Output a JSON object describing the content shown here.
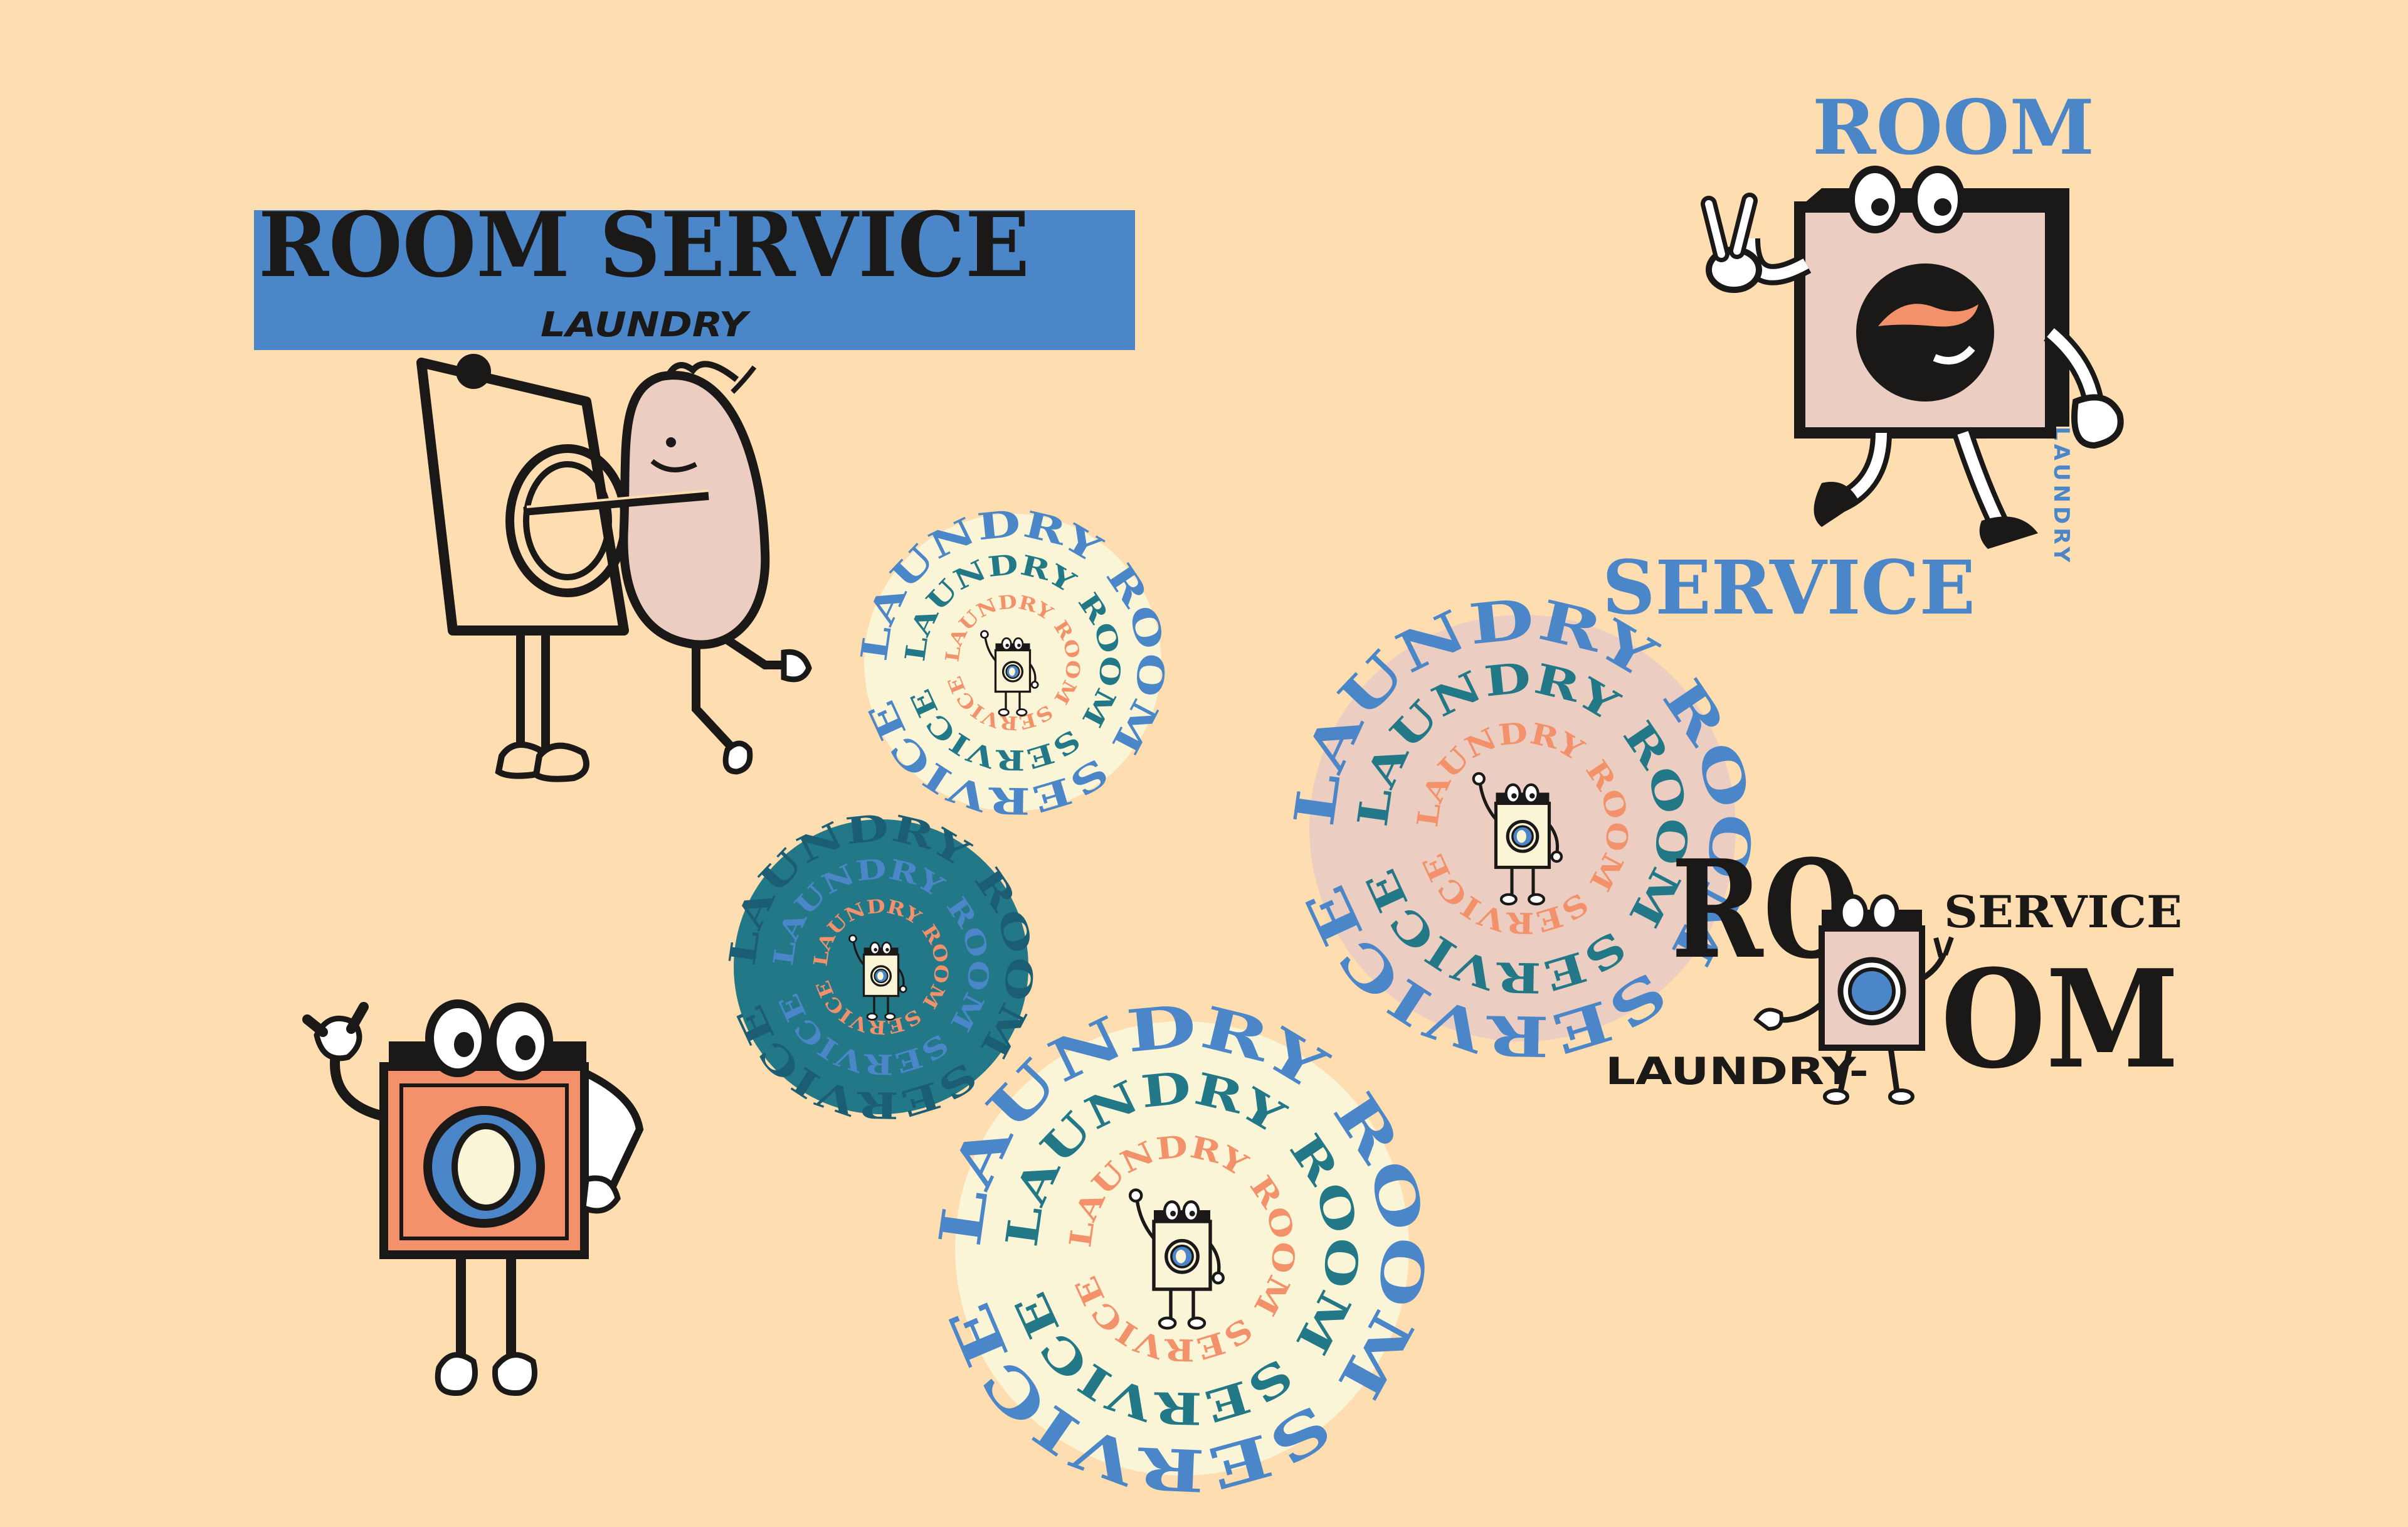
{
  "colors": {
    "background": "#FEDDB0",
    "blue": "#4A86C8",
    "dark": "#1B1918",
    "pink": "#EBCDC1",
    "orange": "#F3926A",
    "teal": "#237888",
    "teal_dark": "#1B5E74",
    "cream": "#FAF5D6"
  },
  "logo_banner": {
    "title": "ROOM SERVICE",
    "subtitle": "LAUNDRY"
  },
  "logo_walker": {
    "top": "ROOM",
    "bottom": "SERVICE",
    "side": "LAUNDRY"
  },
  "logo_split": {
    "left": "RO",
    "right": "OM",
    "service": "SERVICE",
    "laundry": "LAUNDRY-"
  },
  "sticker_text": {
    "laundry": "LAUNDRY",
    "room": "ROOM",
    "service": "SERVICE"
  },
  "icons": [
    "washing-machine-character",
    "laundry-bag-character",
    "peace-sign-hand",
    "shaka-hand-sign"
  ]
}
